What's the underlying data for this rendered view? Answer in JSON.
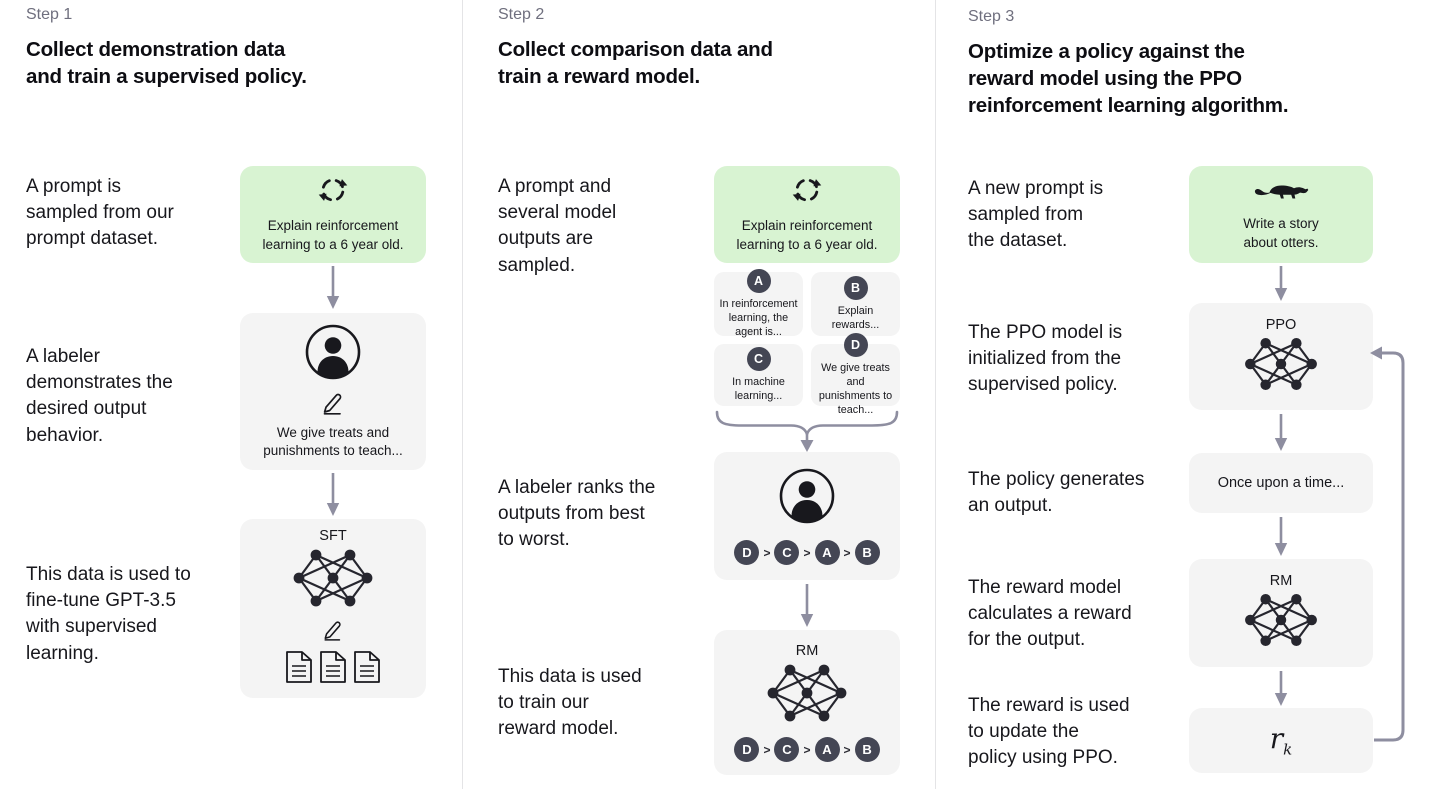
{
  "colors": {
    "background": "#ffffff",
    "divider": "#e4e4e6",
    "step_label": "#6f6f7e",
    "text": "#17171c",
    "green_box": "#d8f3d2",
    "gray_box": "#f4f4f4",
    "arrow": "#8e8ea0",
    "badge": "#444654",
    "icon": "#18181d"
  },
  "step1": {
    "label": "Step 1",
    "title": "Collect demonstration data\nand train a supervised policy.",
    "captions": {
      "prompt": "A prompt is\nsampled from our\nprompt dataset.",
      "labeler": "A labeler\ndemonstrates the\ndesired output\nbehavior.",
      "finetune": "This data is used to\nfine-tune GPT-3.5\nwith supervised\nlearning."
    },
    "prompt_box": {
      "icon": "cycle-icon",
      "text": "Explain reinforcement\nlearning to a 6 year old."
    },
    "labeler_box": {
      "icons": [
        "person-icon",
        "pencil-icon"
      ],
      "text": "We give treats and\npunishments to teach..."
    },
    "sft_box": {
      "label": "SFT",
      "icons": [
        "network-icon",
        "pencil-icon",
        "documents-icon"
      ]
    }
  },
  "step2": {
    "label": "Step 2",
    "title": "Collect comparison data and\ntrain a reward model.",
    "captions": {
      "sampled": "A prompt and\nseveral model\noutputs are\nsampled.",
      "ranks": "A labeler ranks the\noutputs from best\nto worst.",
      "train": "This data is used\nto train our\nreward model."
    },
    "prompt_box": {
      "icon": "cycle-icon",
      "text": "Explain reinforcement\nlearning to a 6 year old."
    },
    "outputs": [
      {
        "letter": "A",
        "text": "In reinforcement\nlearning, the\nagent is..."
      },
      {
        "letter": "B",
        "text": "Explain rewards..."
      },
      {
        "letter": "C",
        "text": "In machine\nlearning..."
      },
      {
        "letter": "D",
        "text": "We give treats and\npunishments to\nteach..."
      }
    ],
    "ranking": [
      "D",
      "C",
      "A",
      "B"
    ],
    "rank_separator": ">",
    "rm_box": {
      "label": "RM",
      "icons": [
        "network-icon"
      ]
    }
  },
  "step3": {
    "label": "Step 3",
    "title": "Optimize a policy against the\nreward model using the PPO\nreinforcement learning algorithm.",
    "captions": {
      "new_prompt": "A new prompt is\nsampled from\nthe dataset.",
      "init": "The PPO model is\ninitialized from the\nsupervised policy.",
      "generates": "The policy generates\nan output.",
      "reward": "The reward model\ncalculates a reward\nfor the output.",
      "update": "The reward is used\nto update the\npolicy using PPO."
    },
    "prompt_box": {
      "icon": "otter-icon",
      "text": "Write a story\nabout otters."
    },
    "ppo_box": {
      "label": "PPO",
      "icons": [
        "network-icon"
      ]
    },
    "output_box": {
      "text": "Once upon a time..."
    },
    "rm_box": {
      "label": "RM",
      "icons": [
        "network-icon"
      ]
    },
    "reward_box": {
      "base": "r",
      "sub": "k"
    }
  }
}
